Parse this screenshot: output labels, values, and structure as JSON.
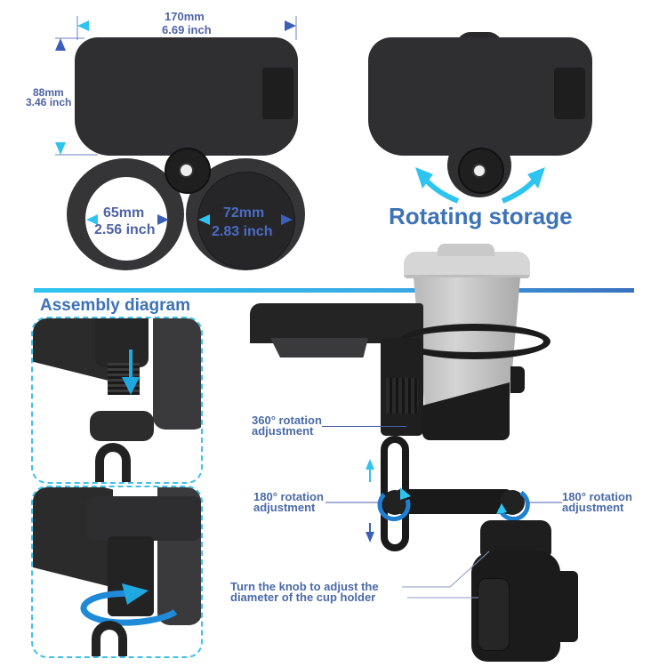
{
  "colors": {
    "label_text": "#4a6aa8",
    "heading_text": "#3d72b8",
    "accent_cyan": "#2ec4f0",
    "accent_blue": "#3b6bc4",
    "product_dark": "#2f2f31",
    "background": "#ffffff"
  },
  "top_left": {
    "width_mm": "170mm",
    "width_in": "6.69 inch",
    "height_mm": "88mm",
    "height_in": "3.46 inch",
    "left_ring_mm": "65mm",
    "left_ring_in": "2.56 inch",
    "right_ring_mm": "72mm",
    "right_ring_in": "2.83 inch"
  },
  "top_right": {
    "caption": "Rotating storage"
  },
  "assembly": {
    "heading": "Assembly diagram",
    "steps": [
      {
        "icon": "arrow-down-icon",
        "description": "insert"
      },
      {
        "icon": "rotate-arrow-icon",
        "description": "twist"
      }
    ]
  },
  "callouts": {
    "rotation_360_line1": "360° rotation",
    "rotation_360_line2": "adjustment",
    "rotation_180_left_line1": "180° rotation",
    "rotation_180_left_line2": "adjustment",
    "rotation_180_right_line1": "180° rotation",
    "rotation_180_right_line2": "adjustment",
    "knob_line1": "Turn the knob to adjust the",
    "knob_line2": "diameter of the cup holder"
  }
}
